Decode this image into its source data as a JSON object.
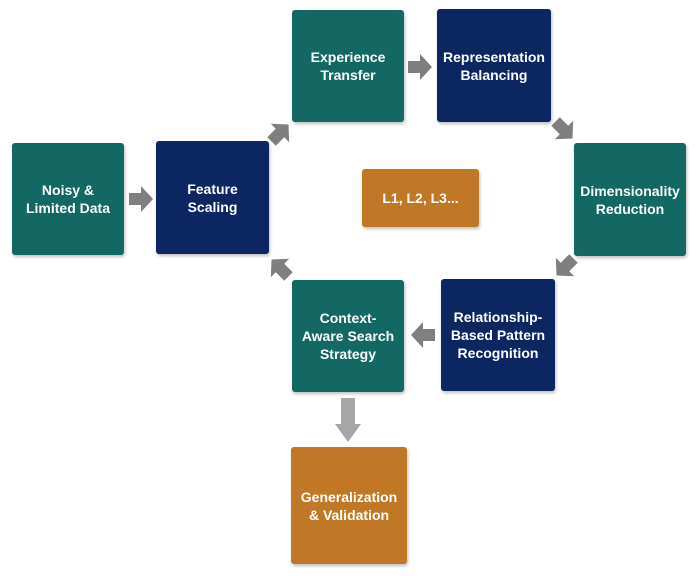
{
  "nodes": {
    "noisy": "Noisy &\nLimited Data",
    "feature": "Feature\nScaling",
    "experience": "Experience\nTransfer",
    "representation": "Representation\nBalancing",
    "dimensionality": "Dimensionality\nReduction",
    "relationship": "Relationship-\nBased Pattern\nRecognition",
    "context": "Context-\nAware Search\nStrategy",
    "generalization": "Generalization\n& Validation",
    "center": "L1, L2, L3..."
  },
  "colors": {
    "teal": "#136864",
    "navy": "#0b2660",
    "orange": "#c07726",
    "arrow_dark": "#7f7f7f",
    "arrow_light": "#a6a6a6"
  }
}
